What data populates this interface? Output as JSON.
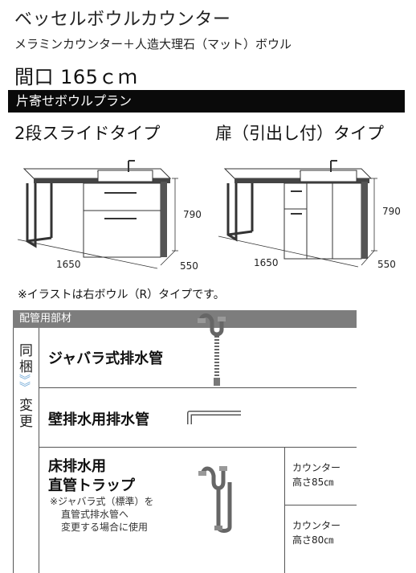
{
  "header": {
    "title": "ベッセルボウルカウンター",
    "subtitle": "メラミンカウンター＋人造大理石（マット）ボウル",
    "width": "間口 165ｃｍ"
  },
  "plan": {
    "label": "片寄せボウルプラン"
  },
  "types": [
    {
      "title": "2段スライドタイプ",
      "width_dim": "1650",
      "height_dim": "790",
      "depth_dim": "550"
    },
    {
      "title": "扉（引出し付）タイプ",
      "width_dim": "1650",
      "height_dim": "790",
      "depth_dim": "550"
    }
  ],
  "note": "※イラストは右ボウル（R）タイプです。",
  "piping": {
    "header": "配管用部材",
    "side_top": [
      "同",
      "梱"
    ],
    "side_bottom": [
      "変",
      "更"
    ],
    "items": [
      {
        "label": "ジャバラ式排水管"
      },
      {
        "label": "壁排水用排水管"
      },
      {
        "label_lines": [
          "床排水用",
          "直管トラップ"
        ],
        "note_lines": [
          "※ジャバラ式（標準）を",
          "直管式排水管へ",
          "変更する場合に使用"
        ]
      }
    ],
    "counters": [
      {
        "lines": [
          "カウンター",
          "高さ85㎝"
        ]
      },
      {
        "lines": [
          "カウンター",
          "高さ80㎝"
        ]
      }
    ]
  }
}
